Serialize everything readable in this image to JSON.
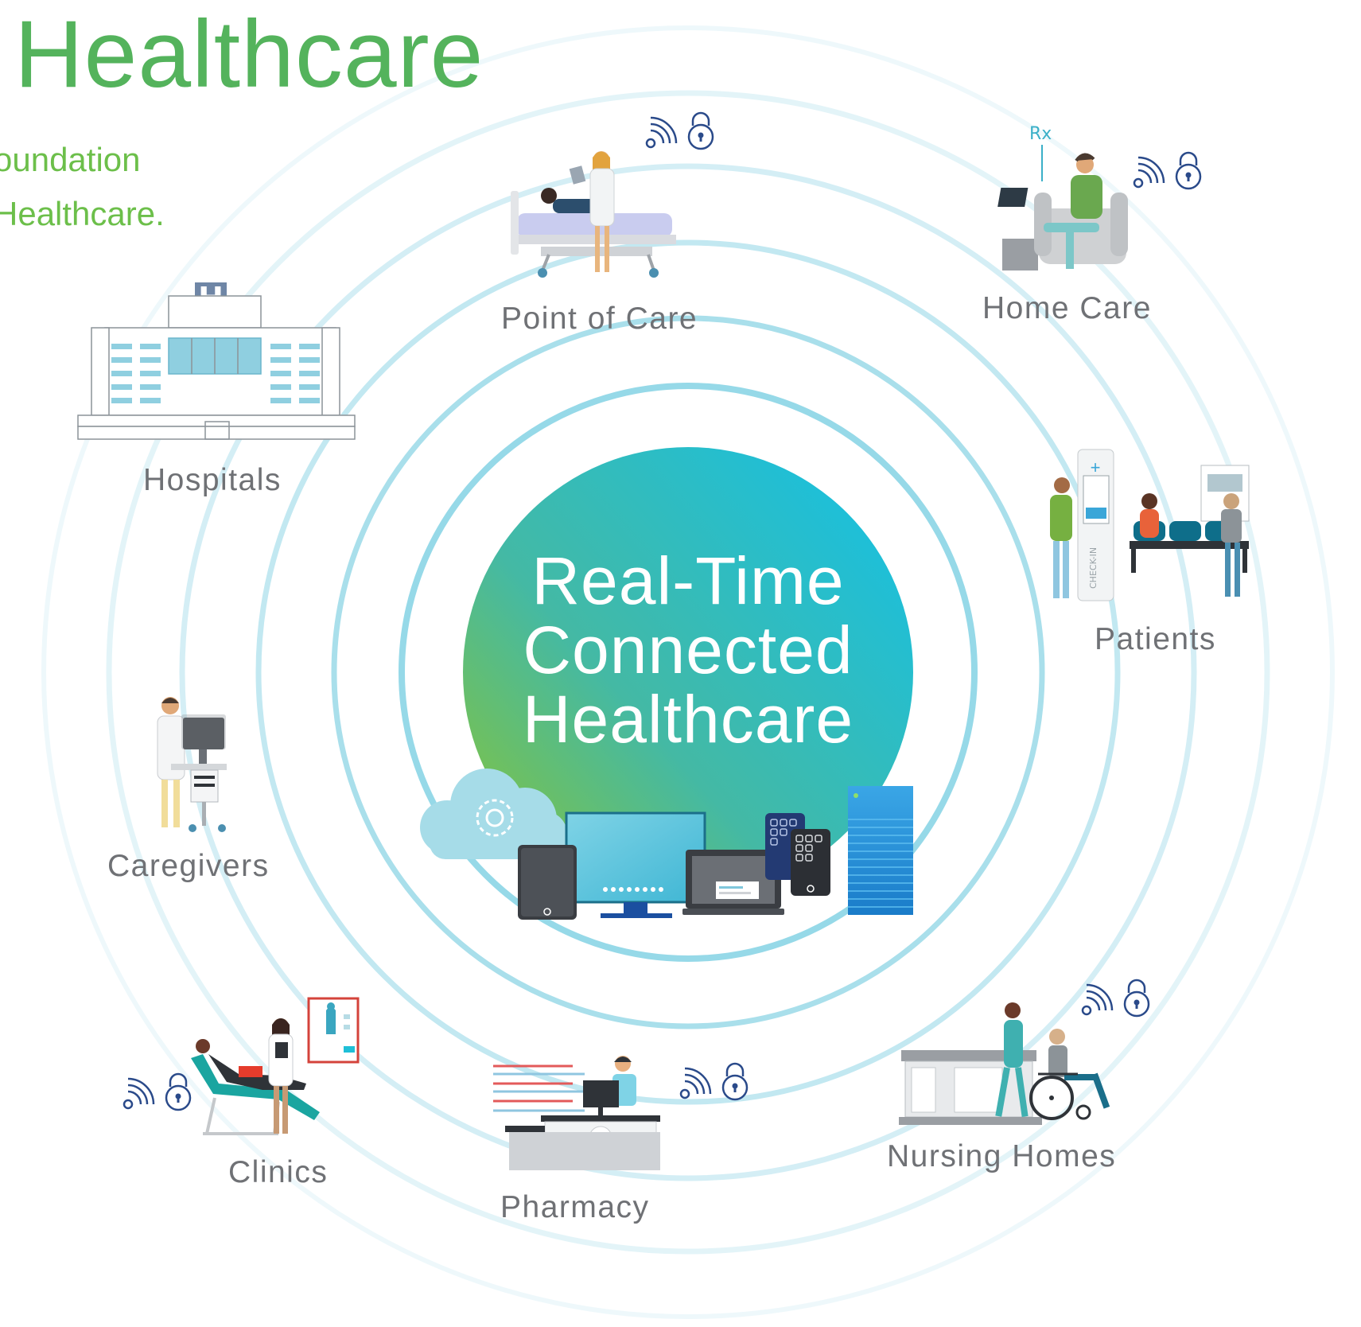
{
  "header": {
    "title": "Healthcare",
    "subtitle_line1": "oundation",
    "subtitle_line2": "Healthcare."
  },
  "center": {
    "line1": "Real-Time",
    "line2": "Connected",
    "line3": "Healthcare"
  },
  "segments": [
    {
      "label": "Point of Care",
      "icon": "patient-bed-with-nurse-icon",
      "secure_wireless": true
    },
    {
      "label": "Home Care",
      "icon": "man-in-armchair-with-laptop-icon",
      "secure_wireless": true
    },
    {
      "label": "Hospitals",
      "icon": "hospital-building-icon",
      "secure_wireless": false
    },
    {
      "label": "Patients",
      "icon": "check-in-kiosk-waiting-room-icon",
      "secure_wireless": false
    },
    {
      "label": "Caregivers",
      "icon": "doctor-at-workstation-icon",
      "secure_wireless": false
    },
    {
      "label": "Clinics",
      "icon": "patient-in-exam-chair-icon",
      "secure_wireless": true
    },
    {
      "label": "Pharmacy",
      "icon": "pharmacy-counter-icon",
      "secure_wireless": true
    },
    {
      "label": "Nursing Homes",
      "icon": "nurse-with-wheelchair-icon",
      "secure_wireless": true
    }
  ],
  "device_cluster": [
    "cloud-gear-icon",
    "tablet-icon",
    "monitor-icon",
    "laptop-icon",
    "phone-icon",
    "server-icon"
  ],
  "colors": {
    "title_green": "#54b35c",
    "ring_blue": "#8fd7e6",
    "circle_teal": "#1fbfd7",
    "circle_green": "#7cc24a",
    "label_gray": "#6f7175",
    "icon_navy": "#2a4a8a"
  }
}
